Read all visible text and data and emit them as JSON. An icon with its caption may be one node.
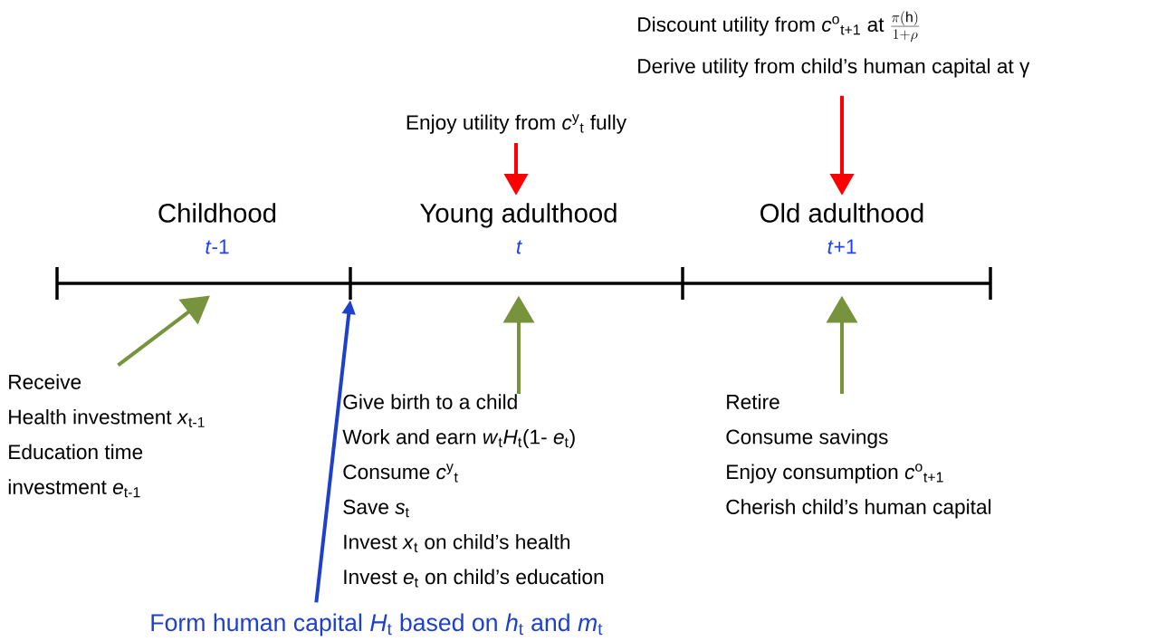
{
  "diagram": {
    "nodes": [
      {
        "text": [
          "Discount utility from *c*$^{o}$$_{t+1}$ at",
          "\\frac{\\pi(\\mathrm{h})}{1+\\rho}",
          "Derive utility from child’s human capital at γ"
        ]
      },
      {
        "text": [
          "Enjoy utility from *c*$^{y}$$_{t}$ fully"
        ]
      },
      {
        "text": [
          "Childhood",
          "*t*-1"
        ]
      },
      {
        "text": [
          "Young adulthood",
          "t"
        ]
      },
      {
        "text": [
          "Old adulthood",
          "*t*+1"
        ]
      },
      {
        "text": [
          "Receive",
          "Health investment *x*$_{t-1}$",
          "Education time",
          "investment *e*$_{t-1}$"
        ]
      },
      {
        "text": [
          "Give birth to a child",
          "Work and earn *w*$_{t}$*H*$_{t}$(1- *e*$_{t}$)",
          "Consume *c*$^{y}$$_{t}$",
          "Save *s*$_{t}$",
          "Invest *x*$_{t}$ on child’s health",
          "Invest *e*$_{t}$ on child’s education"
        ]
      },
      {
        "text": [
          "Retire",
          "Consume savings",
          "Enjoy consumption *c*$^{o}$$_{t+1}$",
          "Cherish child’s human capital"
        ]
      },
      {
        "text": [
          "Form human capital *H*$_{t}$ based on *h*$_{t}$ and *m*$_{t}$"
        ]
      }
    ],
    "edges": [
      {
        "from": 1,
        "to": 3,
        "arrow": "to",
        "color": "#ff0000"
      },
      {
        "from": 0,
        "to": 4,
        "arrow": "to",
        "color": "#ff0000"
      },
      {
        "from": 5,
        "to": 2,
        "arrow": "to",
        "color": "#77933c"
      },
      {
        "from": 6,
        "to": 3,
        "arrow": "to",
        "color": "#77933c"
      },
      {
        "from": 7,
        "to": 4,
        "arrow": "to",
        "color": "#77933c"
      },
      {
        "from": 8,
        "to": null,
        "arrow": "to",
        "color": "#1f40cc"
      }
    ]
  }
}
